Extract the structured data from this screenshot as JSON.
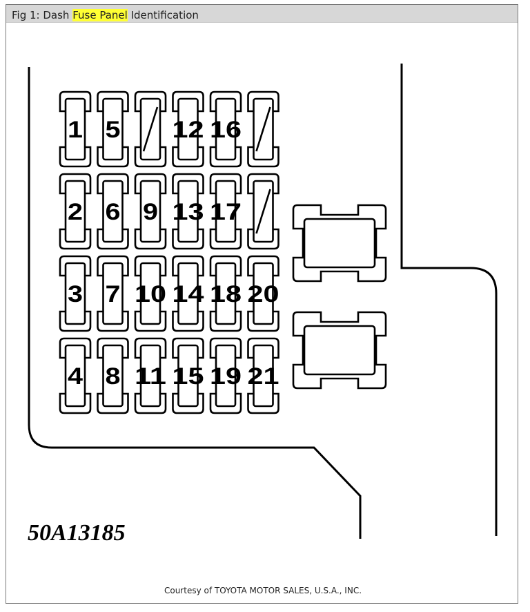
{
  "header": {
    "prefix": "Fig 1: Dash ",
    "highlight": "Fuse Panel",
    "suffix": " Identification"
  },
  "highlight_color": "#ffff33",
  "fuse_panel": {
    "columns": [
      [
        "1",
        "2",
        "3",
        "4"
      ],
      [
        "5",
        "6",
        "7",
        "8"
      ],
      [
        "",
        "9",
        "10",
        "11"
      ],
      [
        "12",
        "13",
        "14",
        "15"
      ],
      [
        "16",
        "17",
        "18",
        "19"
      ],
      [
        "",
        "",
        "20",
        "21"
      ]
    ],
    "relay_count": 2,
    "part_code": "50A13185"
  },
  "footer": {
    "courtesy": "Courtesy of TOYOTA MOTOR SALES, U.S.A., INC."
  }
}
